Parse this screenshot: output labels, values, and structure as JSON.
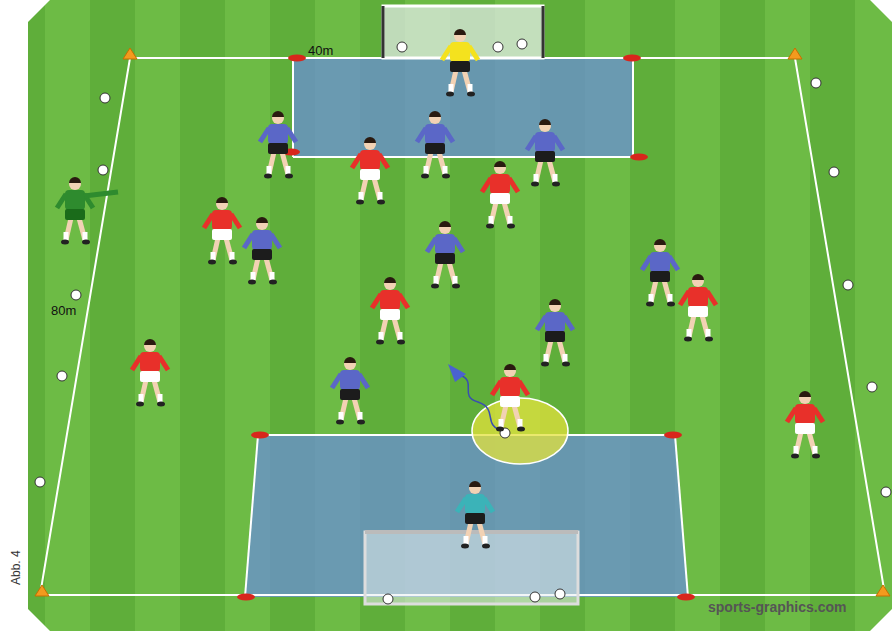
{
  "diagram": {
    "labels": [
      "40m",
      "80m",
      "sports-graphics.com",
      "Abb. 4"
    ]
  }
}
